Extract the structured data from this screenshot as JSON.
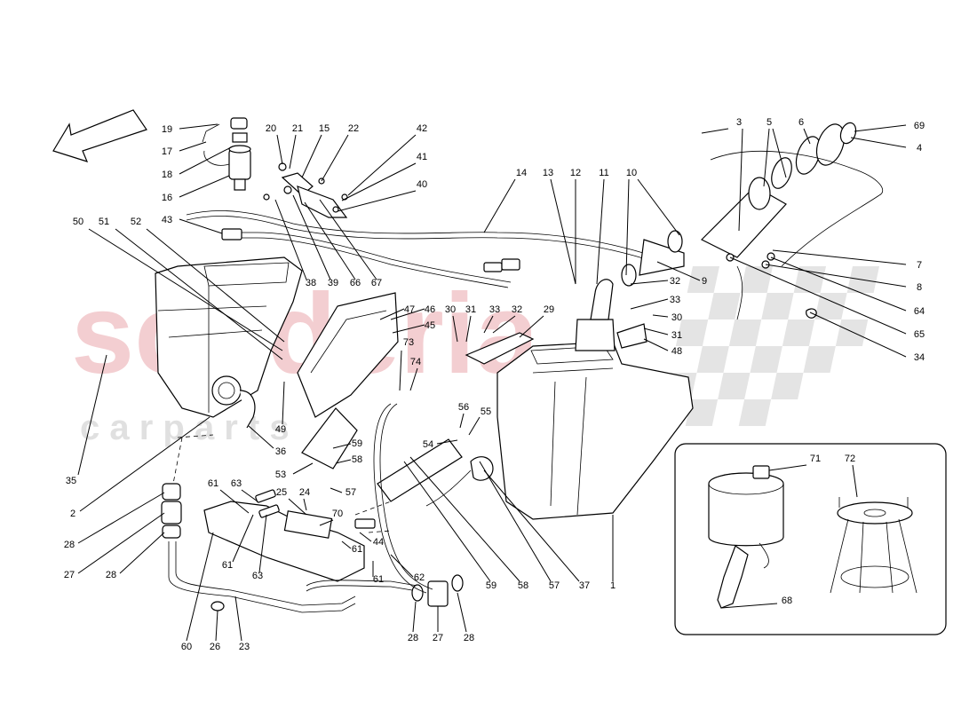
{
  "watermark": {
    "brand": "scuderia",
    "sub": "c a r p a r t s"
  },
  "colors": {
    "watermark_red": "#f2c6c9",
    "watermark_grey": "#dedede",
    "line": "#000000"
  },
  "callouts": {
    "c1": "1",
    "c2": "2",
    "c3": "3",
    "c4": "4",
    "c5": "5",
    "c6": "6",
    "c7": "7",
    "c8": "8",
    "c9": "9",
    "c10": "10",
    "c11": "11",
    "c12": "12",
    "c13": "13",
    "c14": "14",
    "c15": "15",
    "c16": "16",
    "c17": "17",
    "c18": "18",
    "c19": "19",
    "c20": "20",
    "c21": "21",
    "c22": "22",
    "c23": "23",
    "c24": "24",
    "c25": "25",
    "c26": "26",
    "c27a": "27",
    "c27b": "27",
    "c28a": "28",
    "c28b": "28",
    "c28c": "28",
    "c28d": "28",
    "c29": "29",
    "c30a": "30",
    "c30b": "30",
    "c31a": "31",
    "c31b": "31",
    "c32a": "32",
    "c32b": "32",
    "c33a": "33",
    "c33b": "33",
    "c34": "34",
    "c35": "35",
    "c36": "36",
    "c37": "37",
    "c38": "38",
    "c39": "39",
    "c40": "40",
    "c41": "41",
    "c42": "42",
    "c43": "43",
    "c44": "44",
    "c45": "45",
    "c46": "46",
    "c47": "47",
    "c48": "48",
    "c49": "49",
    "c50": "50",
    "c51": "51",
    "c52": "52",
    "c53": "53",
    "c54": "54",
    "c55": "55",
    "c56": "56",
    "c57a": "57",
    "c57b": "57",
    "c58a": "58",
    "c58b": "58",
    "c59a": "59",
    "c59b": "59",
    "c60": "60",
    "c61a": "61",
    "c61b": "61",
    "c61c": "61",
    "c61d": "61",
    "c62": "62",
    "c63a": "63",
    "c63b": "63",
    "c64": "64",
    "c65": "65",
    "c66": "66",
    "c67": "67",
    "c68": "68",
    "c69": "69",
    "c70": "70",
    "c71": "71",
    "c72": "72",
    "c73": "73",
    "c74": "74"
  }
}
